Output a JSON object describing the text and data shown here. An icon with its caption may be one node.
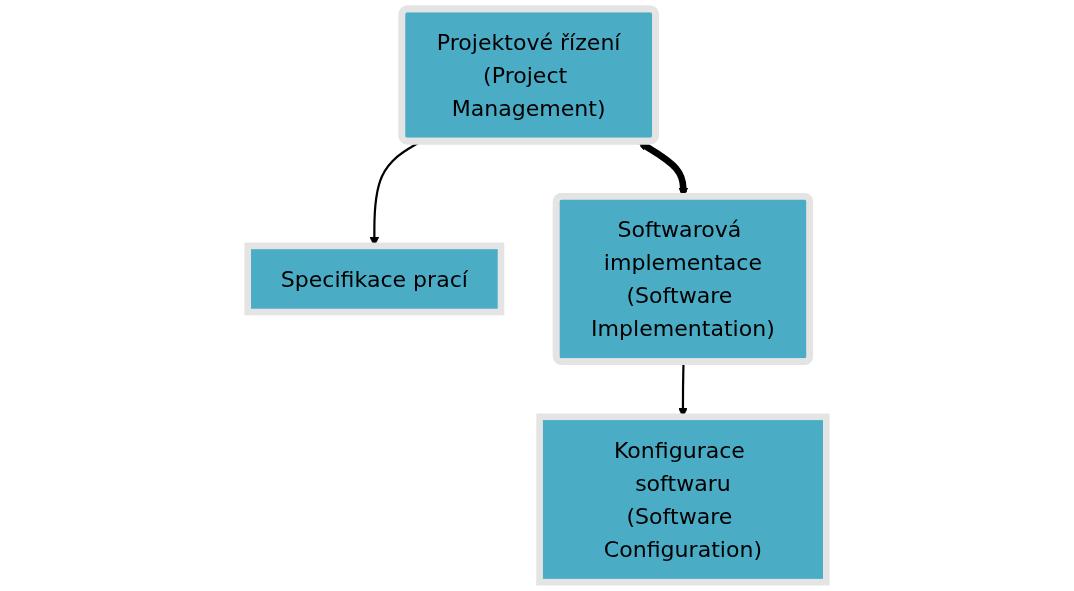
{
  "diagram": {
    "nodes": [
      {
        "text": [
          "Projektové řízení",
          "(Project Management)"
        ]
      },
      {
        "text": [
          "Specifikace prací"
        ]
      },
      {
        "text": [
          "Softwarová implementace",
          "(Software Implementation)"
        ]
      },
      {
        "text": [
          "Konfigurace softwaru",
          "(Software Configuration)"
        ]
      }
    ],
    "edges": [
      {
        "from": 0,
        "to": 1,
        "arrow": "to"
      },
      {
        "from": 0,
        "to": 2,
        "arrow": "both",
        "style": "thick"
      },
      {
        "from": 2,
        "to": 3,
        "arrow": "to"
      }
    ]
  }
}
